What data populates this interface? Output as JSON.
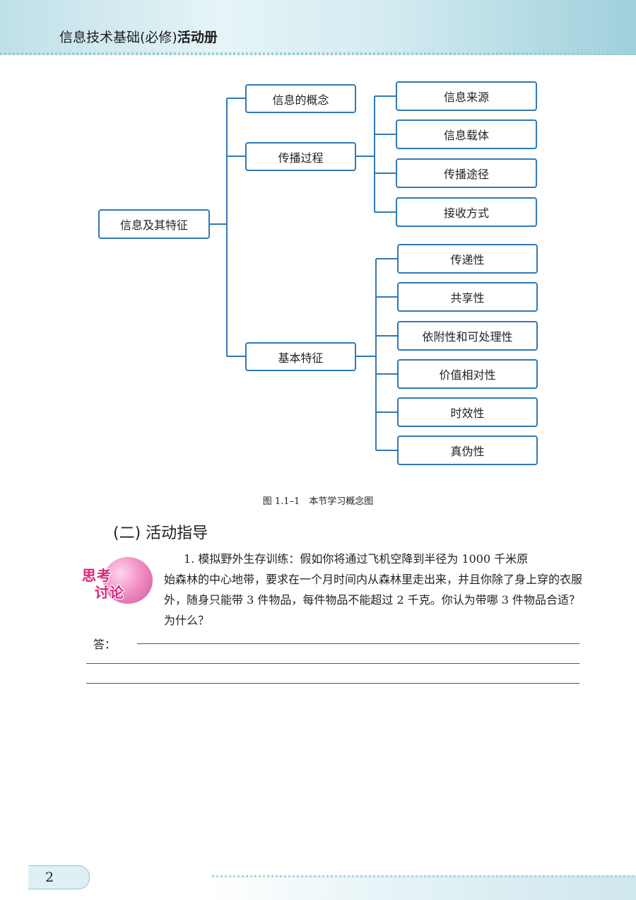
{
  "header": {
    "title_plain": "信息技术基础(必修)",
    "title_bold": "活动册"
  },
  "concept_map": {
    "root": "信息及其特征",
    "level1": [
      "信息的概念",
      "传播过程",
      "基本特征"
    ],
    "propagation": [
      "信息来源",
      "信息载体",
      "传播途径",
      "接收方式"
    ],
    "features": [
      "传递性",
      "共享性",
      "依附性和可处理性",
      "价值相对性",
      "时效性",
      "真伪性"
    ]
  },
  "caption": "图 1.1–1　本节学习概念图",
  "section_heading": "(二) 活动指导",
  "badge": {
    "line1": "思考",
    "line2": "讨论"
  },
  "question": {
    "first_line": "1. 模拟野外生存训练：假如你将通过飞机空降到半径为 1000 千米原",
    "rest": "始森林的中心地带，要求在一个月时间内从森林里走出来，并且你除了身上穿的衣服外，随身只能带 3 件物品，每件物品不能超过 2 千克。你认为带哪 3 件物品合适？为什么？"
  },
  "answer_label": "答：",
  "page_number": "2"
}
